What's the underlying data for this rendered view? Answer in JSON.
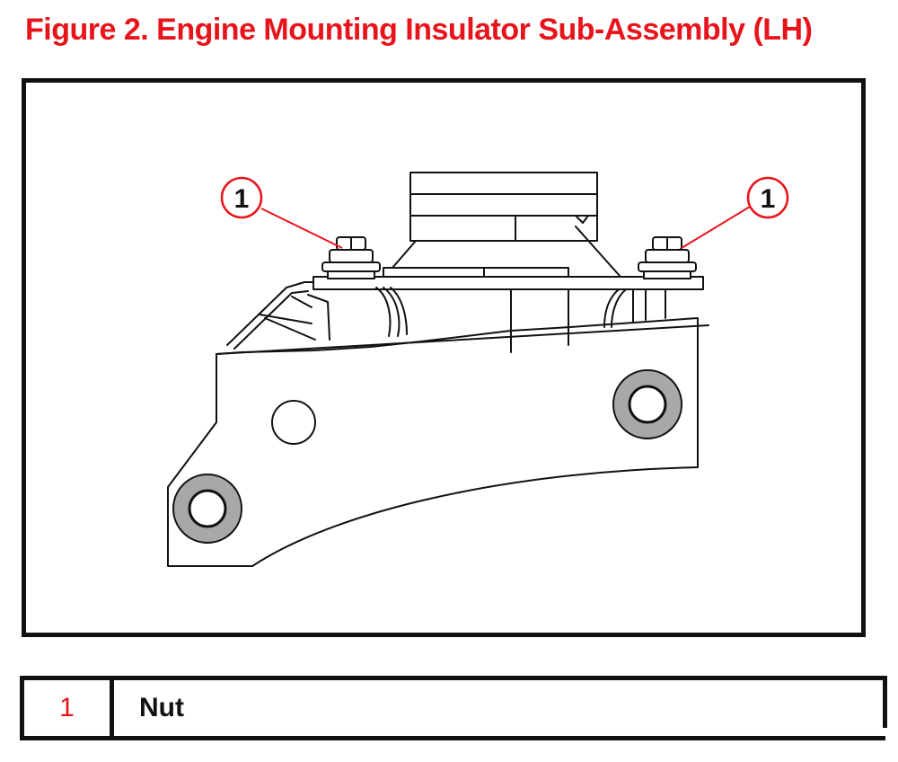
{
  "figure": {
    "title": "Figure 2. Engine Mounting Insulator Sub-Assembly (LH)",
    "callouts": [
      "1",
      "1"
    ],
    "colors": {
      "title": "#e8141c",
      "callout_circle": "#e8141c",
      "bushing_fill": "#a8a8a8",
      "line": "#111111"
    }
  },
  "legend": {
    "rows": [
      {
        "number": "1",
        "description": "Nut"
      }
    ]
  }
}
